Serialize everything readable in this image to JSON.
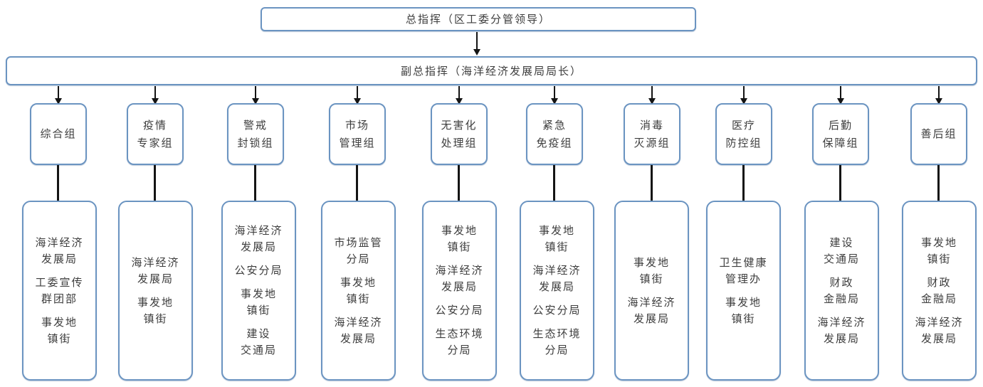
{
  "meta": {
    "accent_border_color": "#6b94c1",
    "text_color": "#3d3d3d",
    "line_color": "#141414"
  },
  "commander": {
    "label": "总指挥（区工委分管领导）"
  },
  "deputy": {
    "label": "副总指挥（海洋经济发展局局长）"
  },
  "groups": [
    {
      "label": "综合组",
      "members": [
        "海洋经济\n发展局",
        "工委宣传\n群团部",
        "事发地\n镇街"
      ]
    },
    {
      "label": "疫情\n专家组",
      "members": [
        "海洋经济\n发展局",
        "事发地\n镇街"
      ]
    },
    {
      "label": "警戒\n封锁组",
      "members": [
        "海洋经济\n发展局",
        "公安分局",
        "事发地\n镇街",
        "建设\n交通局"
      ]
    },
    {
      "label": "市场\n管理组",
      "members": [
        "市场监管\n分局",
        "事发地\n镇街",
        "海洋经济\n发展局"
      ]
    },
    {
      "label": "无害化\n处理组",
      "members": [
        "事发地\n镇街",
        "海洋经济\n发展局",
        "公安分局",
        "生态环境\n分局"
      ]
    },
    {
      "label": "紧急\n免疫组",
      "members": [
        "事发地\n镇街",
        "海洋经济\n发展局",
        "公安分局",
        "生态环境\n分局"
      ]
    },
    {
      "label": "消毒\n灭源组",
      "members": [
        "事发地\n镇街",
        "海洋经济\n发展局"
      ]
    },
    {
      "label": "医疗\n防控组",
      "members": [
        "卫生健康\n管理办",
        "事发地\n镇街"
      ]
    },
    {
      "label": "后勤\n保障组",
      "members": [
        "建设\n交通局",
        "财政\n金融局",
        "海洋经济\n发展局"
      ]
    },
    {
      "label": "善后组",
      "members": [
        "事发地\n镇街",
        "财政\n金融局",
        "海洋经济\n发展局"
      ]
    }
  ]
}
